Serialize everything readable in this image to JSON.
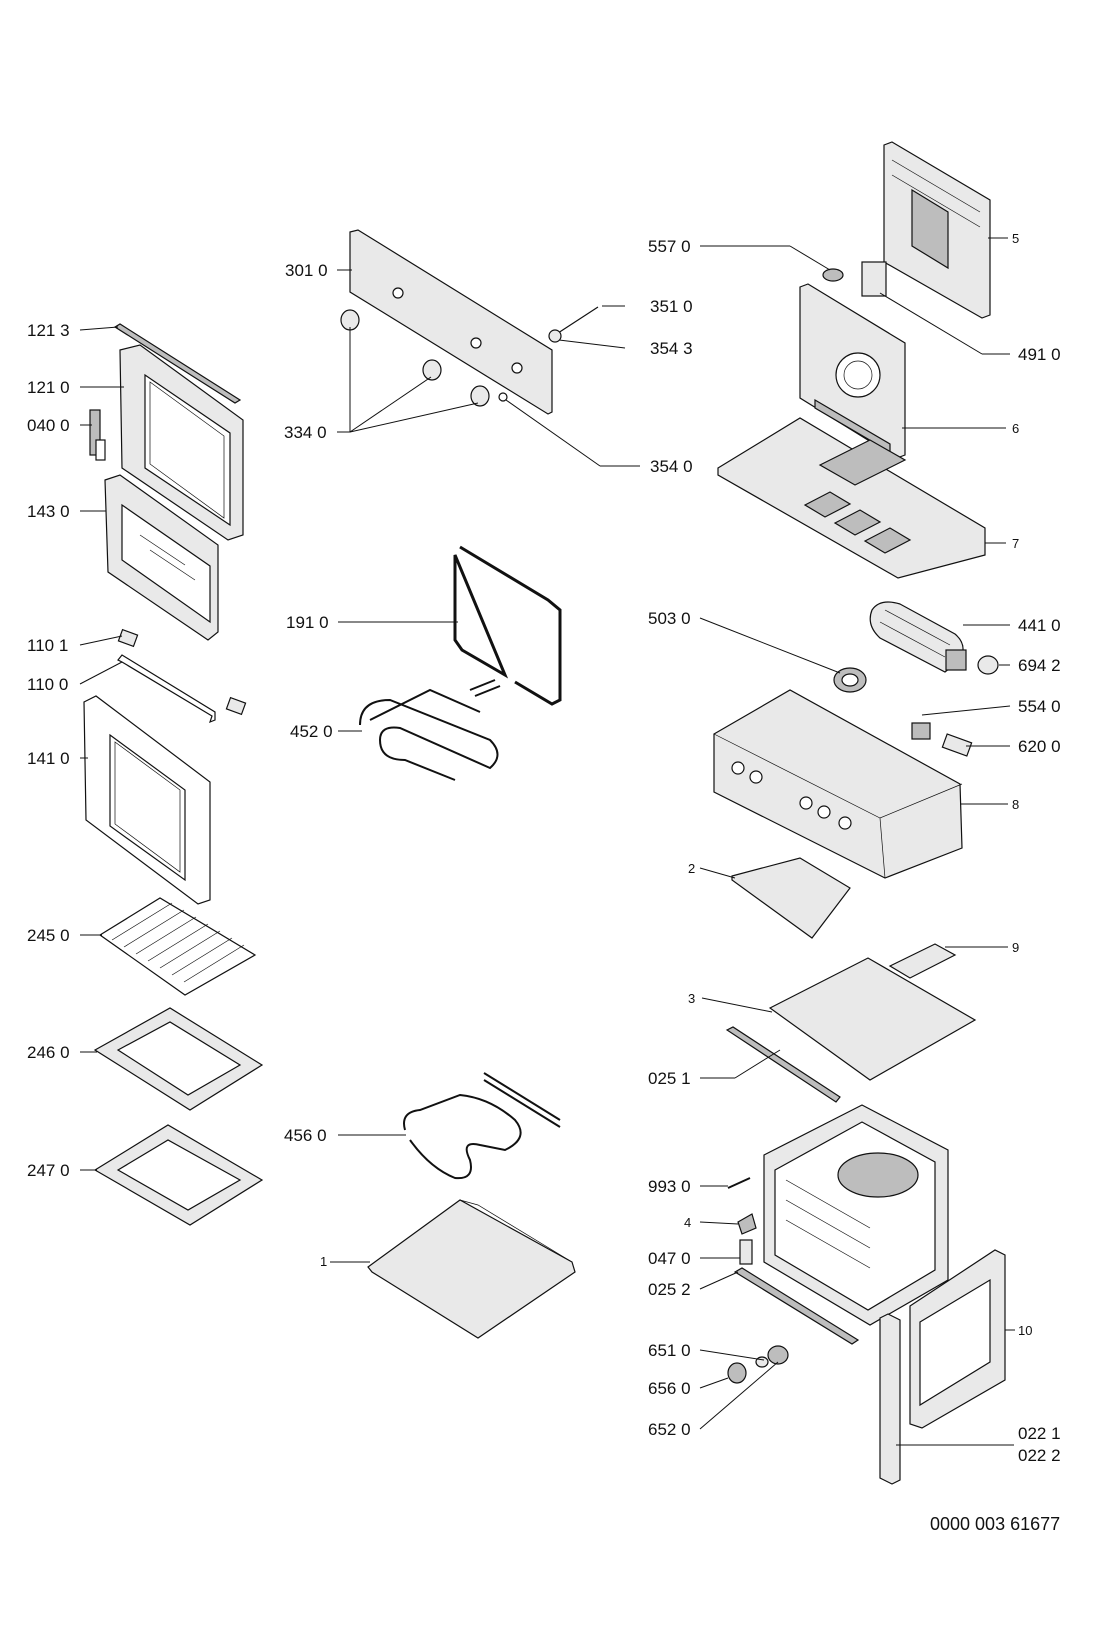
{
  "diagram_labels": {
    "l_1213": "121 3",
    "l_1210": "121 0",
    "l_0400": "040 0",
    "l_1430": "143 0",
    "l_1101": "110 1",
    "l_1100": "110 0",
    "l_1410": "141 0",
    "l_2450": "245 0",
    "l_2460": "246 0",
    "l_2470": "247 0",
    "l_3010": "301 0",
    "l_3510": "351 0",
    "l_3543": "354 3",
    "l_3340": "334 0",
    "l_3540": "354 0",
    "l_1910": "191 0",
    "l_4520": "452 0",
    "l_4560": "456 0",
    "l_1": "1",
    "l_5570": "557 0",
    "l_5": "5",
    "l_4910": "491 0",
    "l_6": "6",
    "l_7": "7",
    "l_5030": "503 0",
    "l_4410": "441 0",
    "l_6942": "694 2",
    "l_5540": "554 0",
    "l_6200": "620 0",
    "l_8": "8",
    "l_2": "2",
    "l_9": "9",
    "l_3": "3",
    "l_0251": "025 1",
    "l_9930": "993 0",
    "l_4": "4",
    "l_0470": "047 0",
    "l_0252": "025 2",
    "l_10": "10",
    "l_6510": "651 0",
    "l_6560": "656 0",
    "l_6520": "652 0",
    "l_0221": "022 1",
    "l_0222": "022 2"
  },
  "document_code": "0000 003 61677"
}
